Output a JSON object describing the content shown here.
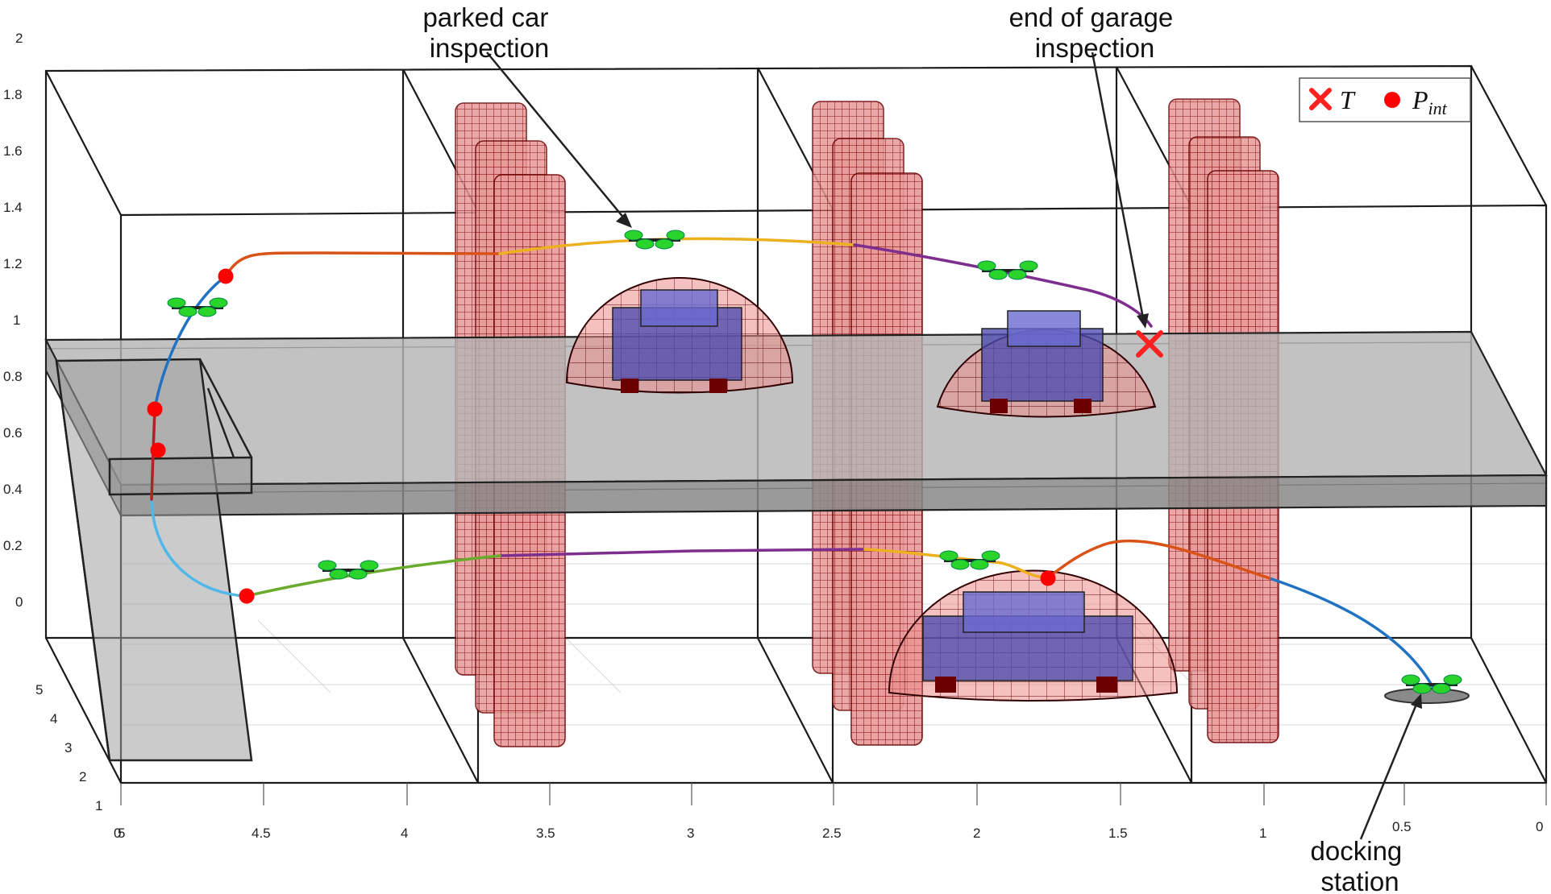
{
  "z_ticks": [
    "2",
    "1.8",
    "1.6",
    "1.4",
    "1.2",
    "1",
    "0.8",
    "0.6",
    "0.4",
    "0.2",
    "0"
  ],
  "x_ticks": [
    "5",
    "4.5",
    "4",
    "3.5",
    "3",
    "2.5",
    "2",
    "1.5",
    "1",
    "0.5",
    "0"
  ],
  "y_ticks": [
    "5",
    "4",
    "3",
    "2",
    "1",
    "0"
  ],
  "annotations": {
    "parked_car": [
      "parked car",
      "inspection"
    ],
    "end_of_garage": [
      "end of garage",
      "inspection"
    ],
    "docking_station": [
      "docking",
      "station"
    ]
  },
  "legend": {
    "target_symbol": "T",
    "point_symbol": "P",
    "point_subscript": "int"
  },
  "colors": {
    "pillar": "#b81a1a",
    "dome": "#e06a6a",
    "car": "#4a4ab0",
    "floor": "#a8a8a8",
    "drone": "#2bd42b",
    "waypoint": "#ff0000",
    "target": "#ff2020",
    "path_blue": "#2272c3",
    "path_lightblue": "#4fb8e8",
    "path_green": "#6aab2e",
    "path_purple": "#7e2f8e",
    "path_orange": "#d95319",
    "path_yellow": "#edb120",
    "path_red": "#b22222"
  }
}
